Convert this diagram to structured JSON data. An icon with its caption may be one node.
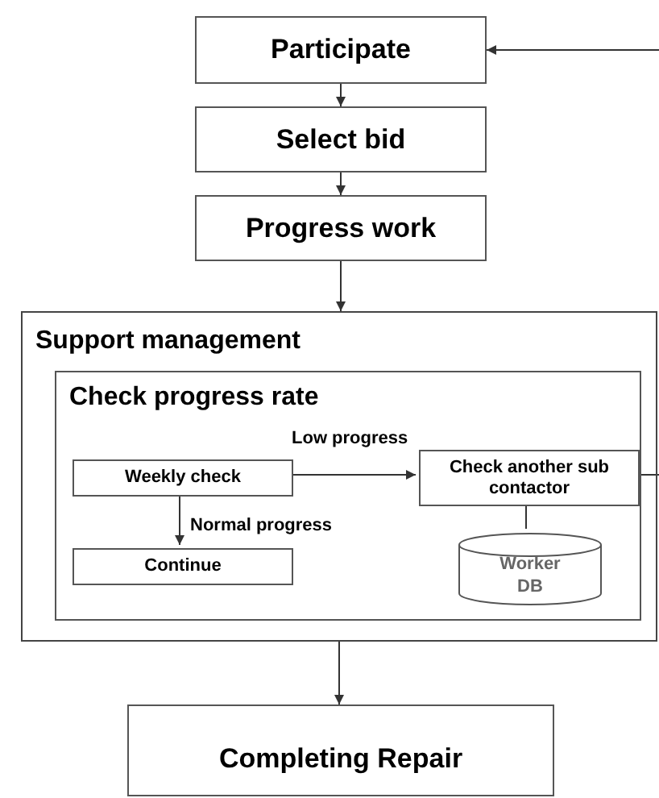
{
  "diagram": {
    "nodes": [
      {
        "text": [
          "Participate"
        ]
      },
      {
        "text": [
          "Select bid"
        ]
      },
      {
        "text": [
          "Progress work"
        ]
      },
      {
        "text": [
          "Support management"
        ]
      },
      {
        "text": [
          "Check progress rate"
        ],
        "in": 3
      },
      {
        "text": [
          "Weekly check"
        ],
        "in": 4
      },
      {
        "text": [
          "Continue"
        ],
        "in": 4
      },
      {
        "text": [
          "Check another sub contactor"
        ],
        "in": 4
      },
      {
        "text": [
          "Worker DB"
        ],
        "in": 4
      },
      {
        "text": [
          "Completing Repair"
        ]
      }
    ],
    "edges": [
      {
        "from": 0,
        "to": 1,
        "arrow": "to"
      },
      {
        "from": 1,
        "to": 2,
        "arrow": "to"
      },
      {
        "from": 2,
        "to": 3,
        "arrow": "to"
      },
      {
        "from": 5,
        "to": 7,
        "arrow": "to",
        "label": "Low progress"
      },
      {
        "from": 5,
        "to": 6,
        "arrow": "to",
        "label": "Normal progress"
      },
      {
        "from": 7,
        "to": 8,
        "arrow": "none"
      },
      {
        "from": 7,
        "to": null,
        "arrow": "none"
      },
      {
        "from": null,
        "to": 0,
        "arrow": "to"
      },
      {
        "from": 3,
        "to": 9,
        "arrow": "to"
      }
    ]
  }
}
